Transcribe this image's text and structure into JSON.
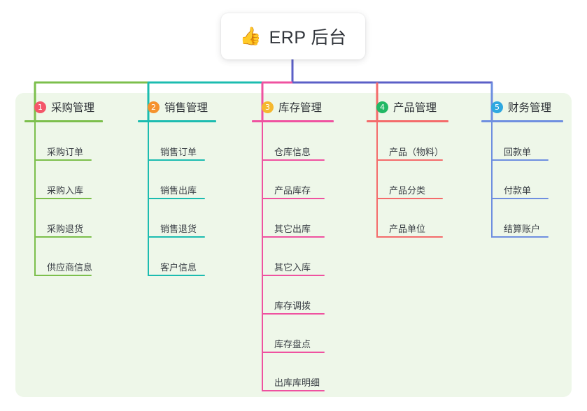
{
  "root": {
    "icon": "thumbs-up-icon",
    "emoji": "👍",
    "title": "ERP 后台"
  },
  "theme": {
    "panel_bg": "#eef7e9",
    "page_bg": "#ffffff",
    "root_stem": "#5b5fc7",
    "text": "#2f3338"
  },
  "columns": [
    {
      "number": "1",
      "title": "采购管理",
      "color": "#7cbf4c",
      "badge_color": "#f4566a",
      "items": [
        {
          "label": "采购订单"
        },
        {
          "label": "采购入库"
        },
        {
          "label": "采购退货"
        },
        {
          "label": "供应商信息"
        }
      ]
    },
    {
      "number": "2",
      "title": "销售管理",
      "color": "#1cbcb0",
      "badge_color": "#f5922e",
      "items": [
        {
          "label": "销售订单"
        },
        {
          "label": "销售出库"
        },
        {
          "label": "销售退货"
        },
        {
          "label": "客户信息"
        }
      ]
    },
    {
      "number": "3",
      "title": "库存管理",
      "color": "#ef52a0",
      "badge_color": "#f5b82e",
      "items": [
        {
          "label": "仓库信息"
        },
        {
          "label": "产品库存"
        },
        {
          "label": "其它出库"
        },
        {
          "label": "其它入库"
        },
        {
          "label": "库存调拨"
        },
        {
          "label": "库存盘点"
        },
        {
          "label": "出库库明细"
        }
      ]
    },
    {
      "number": "4",
      "title": "产品管理",
      "color": "#f46b6b",
      "badge_color": "#22b865",
      "items": [
        {
          "label": "产品（物料）"
        },
        {
          "label": "产品分类"
        },
        {
          "label": "产品单位"
        }
      ]
    },
    {
      "number": "5",
      "title": "财务管理",
      "color": "#6f8fe0",
      "badge_color": "#2fa8e0",
      "items": [
        {
          "label": "回款单"
        },
        {
          "label": "付款单"
        },
        {
          "label": "结算账户"
        }
      ]
    }
  ]
}
